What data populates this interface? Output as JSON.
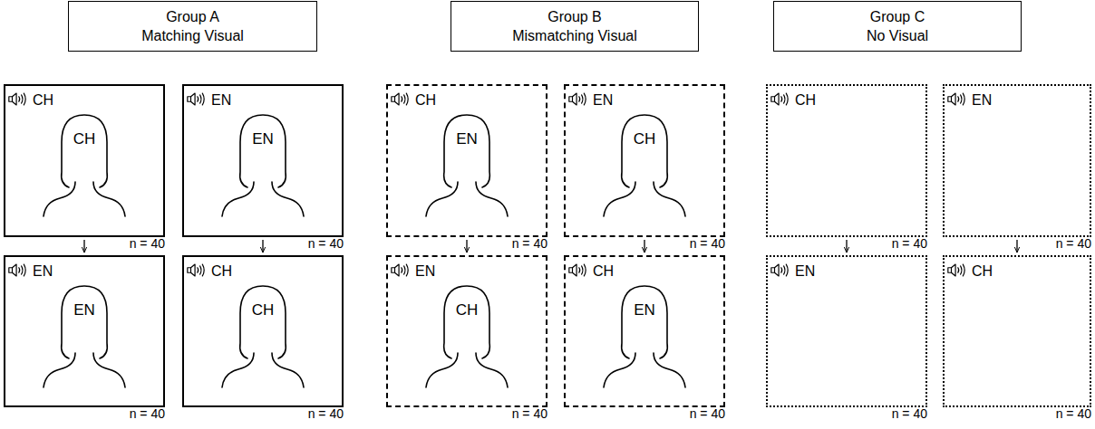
{
  "diagram": {
    "nodes": [
      {
        "text": [
          "Group A",
          "Matching Visual"
        ]
      },
      {
        "text": [
          "Group B",
          "Mismatching Visual"
        ]
      },
      {
        "text": [
          "Group C",
          "No Visual"
        ]
      },
      {
        "text": [
          "CH",
          "CH",
          "n = 40"
        ]
      },
      {
        "text": [
          "EN",
          "EN",
          "n = 40"
        ]
      },
      {
        "text": [
          "CH",
          "EN",
          "n = 40"
        ]
      },
      {
        "text": [
          "EN",
          "CH",
          "n = 40"
        ]
      },
      {
        "text": [
          "CH",
          "n = 40"
        ]
      },
      {
        "text": [
          "EN",
          "n = 40"
        ]
      },
      {
        "text": [
          "EN",
          "EN",
          "n = 40"
        ]
      },
      {
        "text": [
          "CH",
          "CH",
          "n = 40"
        ]
      },
      {
        "text": [
          "EN",
          "CH",
          "n = 40"
        ]
      },
      {
        "text": [
          "CH",
          "EN",
          "n = 40"
        ]
      },
      {
        "text": [
          "EN",
          "n = 40"
        ]
      },
      {
        "text": [
          "CH",
          "n = 40"
        ]
      }
    ],
    "edges": [
      {
        "from": 3,
        "to": 9,
        "arrow": "to"
      },
      {
        "from": 4,
        "to": 10,
        "arrow": "to"
      },
      {
        "from": 5,
        "to": 11,
        "arrow": "to"
      },
      {
        "from": 6,
        "to": 12,
        "arrow": "to"
      },
      {
        "from": 7,
        "to": 13,
        "arrow": "to"
      },
      {
        "from": 8,
        "to": 14,
        "arrow": "to"
      }
    ]
  }
}
